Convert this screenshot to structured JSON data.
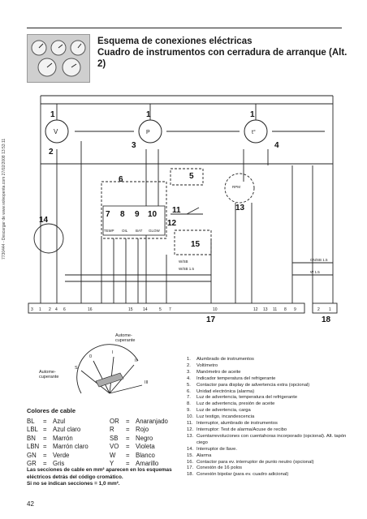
{
  "sidebar_note": "7730444 - Descargar de www.volvopenta.com 27/02/2008 13:53:11",
  "header": {
    "title": "Esquema de conexiones eléctricas",
    "subtitle": "Cuadro de instrumentos con cerradura de arranque (Alt. 2)"
  },
  "diagram": {
    "component_numbers": [
      "1",
      "2",
      "3",
      "1",
      "1",
      "4",
      "5",
      "6",
      "7",
      "8",
      "9",
      "10",
      "11",
      "12",
      "13",
      "14",
      "15",
      "17",
      "18"
    ],
    "labels": {
      "temp": "TEMP",
      "oil": "OIL",
      "bat": "BAT",
      "glow": "GLOW",
      "rpm": "RPM",
      "wire_w_sb": "W/SB",
      "wire_w_sb_alt": "W/SB 1.5",
      "wire_gn_sb": "GN/SB 1.5",
      "wire_w_15": "W 1.5"
    },
    "terminal_strip_left": [
      "3",
      "1",
      "2",
      "4",
      "6",
      "16",
      "15",
      "14",
      "5",
      "7",
      "10",
      "12",
      "13",
      "11",
      "8",
      "9"
    ],
    "terminal_strip_right": [
      "2",
      "1"
    ],
    "block_17": "17",
    "block_18": "18"
  },
  "dial": {
    "label_left": "Autome-\ncuperante",
    "label_top": "Autome-\ncuperante",
    "positions": [
      "S",
      "0",
      "I",
      "II",
      "III"
    ]
  },
  "cable_colors": {
    "title": "Colores de cable",
    "left": [
      {
        "code": "BL",
        "name": "Azul"
      },
      {
        "code": "LBL",
        "name": "Azul claro"
      },
      {
        "code": "BN",
        "name": "Marrón"
      },
      {
        "code": "LBN",
        "name": "Marrón claro"
      },
      {
        "code": "GN",
        "name": "Verde"
      },
      {
        "code": "GR",
        "name": "Gris"
      }
    ],
    "right": [
      {
        "code": "OR",
        "name": "Anaranjado"
      },
      {
        "code": "R",
        "name": "Rojo"
      },
      {
        "code": "SB",
        "name": "Negro"
      },
      {
        "code": "VO",
        "name": "Violeta"
      },
      {
        "code": "W",
        "name": "Blanco"
      },
      {
        "code": "Y",
        "name": "Amarillo"
      }
    ]
  },
  "note": {
    "line1": "Las secciones de cable en mm² aparecen en los esquemas eléctricos detrás del código cromático.",
    "line2": "Si no se indican secciones = 1,0 mm²."
  },
  "components": [
    {
      "n": "1.",
      "t": "Alumbrado de instrumentos"
    },
    {
      "n": "2.",
      "t": "Voltímetro"
    },
    {
      "n": "3.",
      "t": "Manómetro de aceite"
    },
    {
      "n": "4.",
      "t": "Indicador temperatura del refrigerante"
    },
    {
      "n": "5.",
      "t": "Contactor para display de advertencia extra (opcional)"
    },
    {
      "n": "6.",
      "t": "Unidad electrónica (alarma)"
    },
    {
      "n": "7.",
      "t": "Luz de advertencia, temperatura del refrigerante"
    },
    {
      "n": "8.",
      "t": "Luz de advertencia, presión de aceite"
    },
    {
      "n": "9.",
      "t": "Luz de advertencia, carga"
    },
    {
      "n": "10.",
      "t": "Luz testigo, incandescencia"
    },
    {
      "n": "11.",
      "t": "Interruptor, alumbrado de instrumentos"
    },
    {
      "n": "12.",
      "t": "Interruptor: Test de alarma/Acuse de recibo"
    },
    {
      "n": "13.",
      "t": "Cuentarrevoluciones con cuentahoras incorporado (opcional). Alt. tapón ciego"
    },
    {
      "n": "14.",
      "t": "Interruptor de llave."
    },
    {
      "n": "15.",
      "t": "Alarma"
    },
    {
      "n": "16.",
      "t": "Contactor para ev. interruptor de punto neutro (opcional)"
    },
    {
      "n": "17.",
      "t": "Conexión de 16 polos"
    },
    {
      "n": "18.",
      "t": "Conexión bipolar (para ev. cuadro adicional)"
    }
  ],
  "page_number": "42"
}
